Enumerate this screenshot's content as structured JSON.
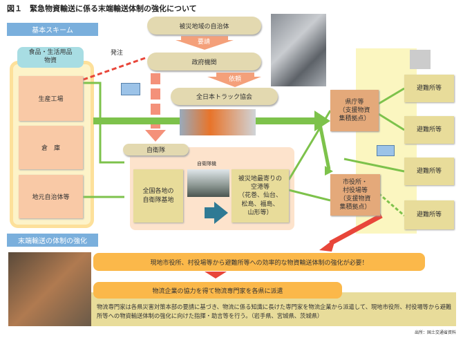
{
  "title": "図１　緊急物資輸送に係る末端輸送体制の強化について",
  "sections": {
    "basic": "基本スキーム",
    "enhance": "末端輸送の体制の強化"
  },
  "flow": {
    "local_gov": "被災地域の自治体",
    "request": "要請",
    "gov": "政府機関",
    "commission": "依頼",
    "truck_assoc": "全日本トラック協会",
    "order": "発注",
    "supplies_label": "食品・生活用品\n物資",
    "sources": [
      "生産工場",
      "倉　庫",
      "地元自治体等"
    ],
    "sdf": "自衛隊",
    "sdf_plane": "自衛隊機",
    "sdf_bases": "全国各地の\n自衛隊基地",
    "airports": "被災地最寄りの\n空港等\n（花巻、仙台、\n松島、福島、\n山形等）",
    "prefecture": "県庁等\n（支援物資\n集積拠点）",
    "city": "市役所・\n村役場等\n（支援物資\n集積拠点）",
    "shelters": [
      "避難所等",
      "避難所等",
      "避難所等",
      "避難所等"
    ]
  },
  "enhancement": {
    "need": "現地市役所、村役場等から避難所等への効率的な物資輸送体制の強化が必要！",
    "dispatch": "物流企業の協力を得て物流専門家を各県に派遣",
    "detail": "物流専門家は各県災害対策本部の要請に基づき、物流に係る知識に長けた専門家を物流企業から派遣して、現地市役所、村役場等から避難所等への物資輸送体制の強化に向けた指揮・助言等を行う。（岩手県、宮城県、茨城県）"
  },
  "source": "出所：国土交通省資料"
}
